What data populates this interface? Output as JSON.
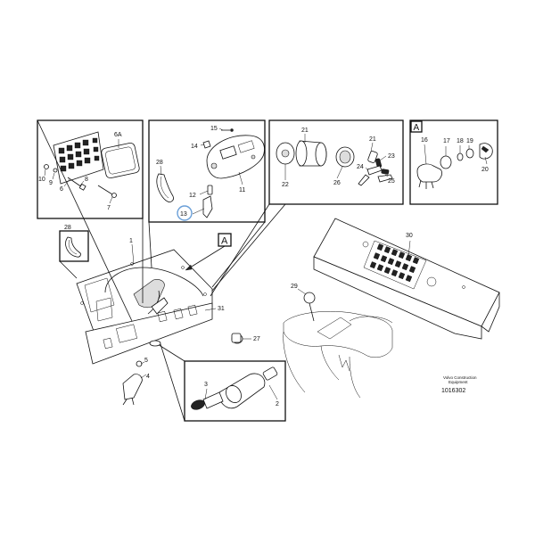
{
  "callouts": {
    "c6a": "6A",
    "c10": "10",
    "c9": "9",
    "c6": "6",
    "c8": "8",
    "c7": "7",
    "c15": "15",
    "c14": "14",
    "c28a": "28",
    "c12": "12",
    "c11": "11",
    "c13": "13",
    "c21a": "21",
    "c21b": "21",
    "c22": "22",
    "c26": "26",
    "c23": "23",
    "c24": "24",
    "c25": "25",
    "c16": "16",
    "c17": "17",
    "c18": "18",
    "c19": "19",
    "c20": "20",
    "c28b": "28",
    "c1": "1",
    "c31": "31",
    "c27": "27",
    "c5": "5",
    "c4": "4",
    "c3": "3",
    "c2": "2",
    "c30": "30",
    "c29": "29"
  },
  "view_markers": {
    "top": "A",
    "main": "A"
  },
  "caption": {
    "line1": "Volvo Construction",
    "line2": "Equipment"
  },
  "drawing_number": "1016302",
  "highlight_color": "#6a9fd8"
}
